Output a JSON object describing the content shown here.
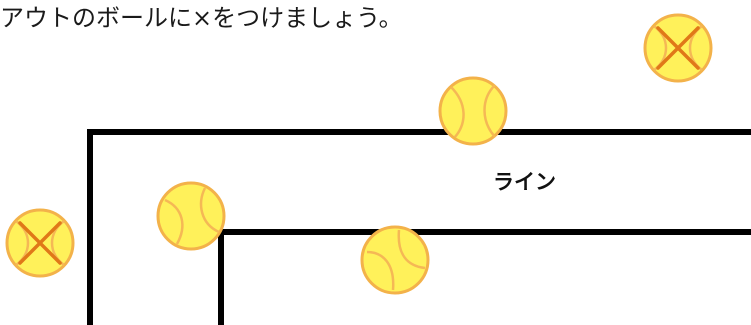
{
  "instruction": "アウトのボールに×をつけましょう。",
  "court": {
    "line_label": "ライン",
    "line_color": "#000000"
  },
  "balls": [
    {
      "name": "ball-top-right",
      "marked_out": true
    },
    {
      "name": "ball-on-top-line",
      "marked_out": false
    },
    {
      "name": "ball-on-left-line",
      "marked_out": false
    },
    {
      "name": "ball-far-left",
      "marked_out": true
    },
    {
      "name": "ball-on-inner-line",
      "marked_out": false
    }
  ],
  "colors": {
    "ball_fill": "#fff15a",
    "ball_edge": "#f3b24a",
    "ball_seam": "#f5b855",
    "x_mark": "#e07818"
  }
}
